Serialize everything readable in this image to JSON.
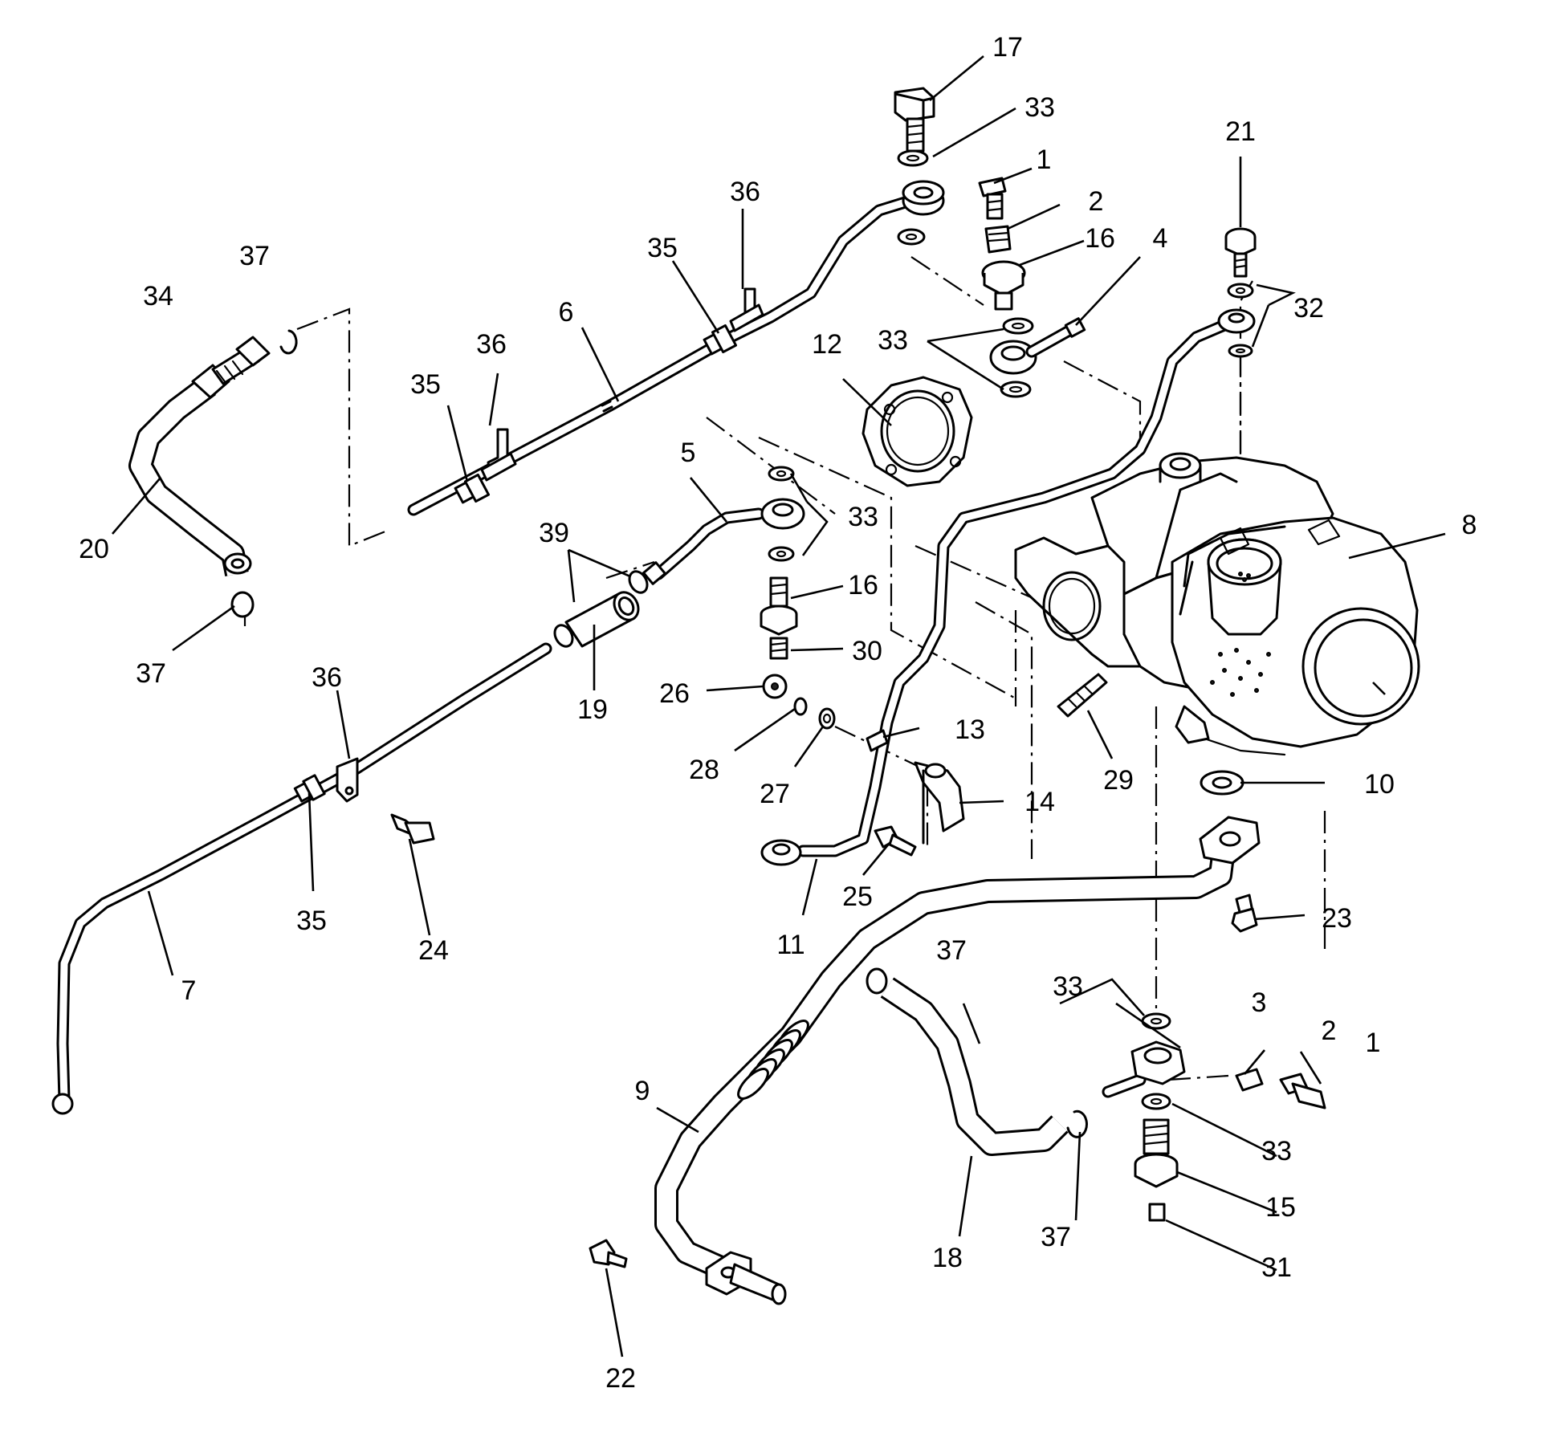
{
  "labels": {
    "l17": "17",
    "l33a": "33",
    "l1a": "1",
    "l2a": "2",
    "l16a": "16",
    "l4": "4",
    "l21": "21",
    "l32": "32",
    "l36a": "36",
    "l35a": "35",
    "l6": "6",
    "l37a": "37",
    "l34": "34",
    "l33b": "33",
    "l12": "12",
    "l36b": "36",
    "l35b": "35",
    "l5": "5",
    "l33c": "33",
    "l8": "8",
    "l39": "39",
    "l20": "20",
    "l16b": "16",
    "l30": "30",
    "l19": "19",
    "l37b": "37",
    "l26": "26",
    "l36c": "36",
    "l13": "13",
    "l28": "28",
    "l27": "27",
    "l29": "29",
    "l10": "10",
    "l14": "14",
    "l35c": "35",
    "l24": "24",
    "l25": "25",
    "l11": "11",
    "l23": "23",
    "l7": "7",
    "l37c": "37",
    "l33d": "33",
    "l3": "3",
    "l2b": "2",
    "l1b": "1",
    "l9": "9",
    "l33e": "33",
    "l15": "15",
    "l37d": "37",
    "l18": "18",
    "l31": "31",
    "l22": "22"
  }
}
